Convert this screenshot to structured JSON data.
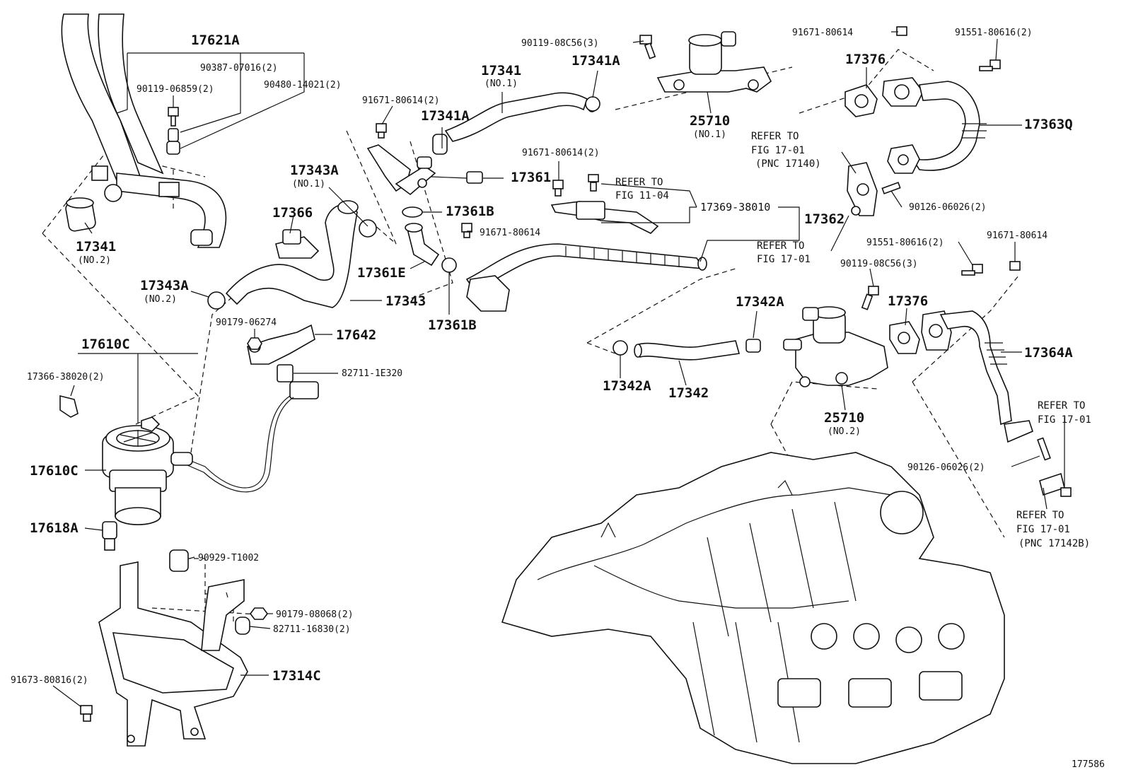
{
  "figure_id": "177586",
  "callouts": {
    "p17621A": "17621A",
    "p90387_07016": "90387-07016(2)",
    "p90480_14021": "90480-14021(2)",
    "p90119_06859": "90119-06859(2)",
    "p17341_no2": "17341",
    "p17341_no2_sub": "(NO.2)",
    "p91671_80614_2": "91671-80614(2)",
    "p17341A_top": "17341A",
    "p17341_no1": "17341",
    "p17341_no1_sub": "(NO.1)",
    "p90119_08C56_3a": "90119-08C56(3)",
    "p17341A_right": "17341A",
    "p25710_no1": "25710",
    "p25710_no1_sub": "(NO.1)",
    "p91671_80614_tr": "91671-80614",
    "p91551_80616_tr": "91551-80616(2)",
    "p17376_top": "17376",
    "p17363Q": "17363Q",
    "p17343A_no1": "17343A",
    "p17343A_no1_sub": "(NO.1)",
    "p17366": "17366",
    "p17361": "17361",
    "p91671_80614_2b": "91671-80614(2)",
    "p17361B_a": "17361B",
    "p91671_80614_c": "91671-80614",
    "p17369_38010": "17369-38010",
    "p17362": "17362",
    "p17361E": "17361E",
    "p17343A_no2": "17343A",
    "p17343A_no2_sub": "(NO.2)",
    "p17343": "17343",
    "p17361B_b": "17361B",
    "p90179_06274": "90179-06274",
    "p17642": "17642",
    "p82711_1E320": "82711-1E320",
    "p17610C_top": "17610C",
    "p17366_38020": "17366-38020(2)",
    "p17610C": "17610C",
    "p17618A": "17618A",
    "p90929_T1002": "90929-T1002",
    "p90179_08068": "90179-08068(2)",
    "p82711_16830": "82711-16830(2)",
    "p17314C": "17314C",
    "p91673_80816": "91673-80816(2)",
    "p90126_06026_a": "90126-06026(2)",
    "p91551_80616_b": "91551-80616(2)",
    "p91671_80614_d": "91671-80614",
    "p90119_08C56_3b": "90119-08C56(3)",
    "p17376_b": "17376",
    "p17342A_top": "17342A",
    "p17342A_bot": "17342A",
    "p17342": "17342",
    "p25710_no2": "25710",
    "p25710_no2_sub": "(NO.2)",
    "p17364A": "17364A",
    "p90126_06026_b": "90126-06026(2)"
  },
  "references": {
    "r1_l1": "REFER TO",
    "r1_l2": "FIG 11-04",
    "r2_l1": "REFER TO",
    "r2_l2": "FIG 17-01",
    "r2_l3": "(PNC 17140)",
    "r3_l1": "REFER TO",
    "r3_l2": "FIG 17-01",
    "r4_l1": "REFER TO",
    "r4_l2": "FIG 17-01",
    "r5_l1": "REFER TO",
    "r5_l2": "FIG 17-01",
    "r5_l3": "(PNC 17142B)"
  }
}
